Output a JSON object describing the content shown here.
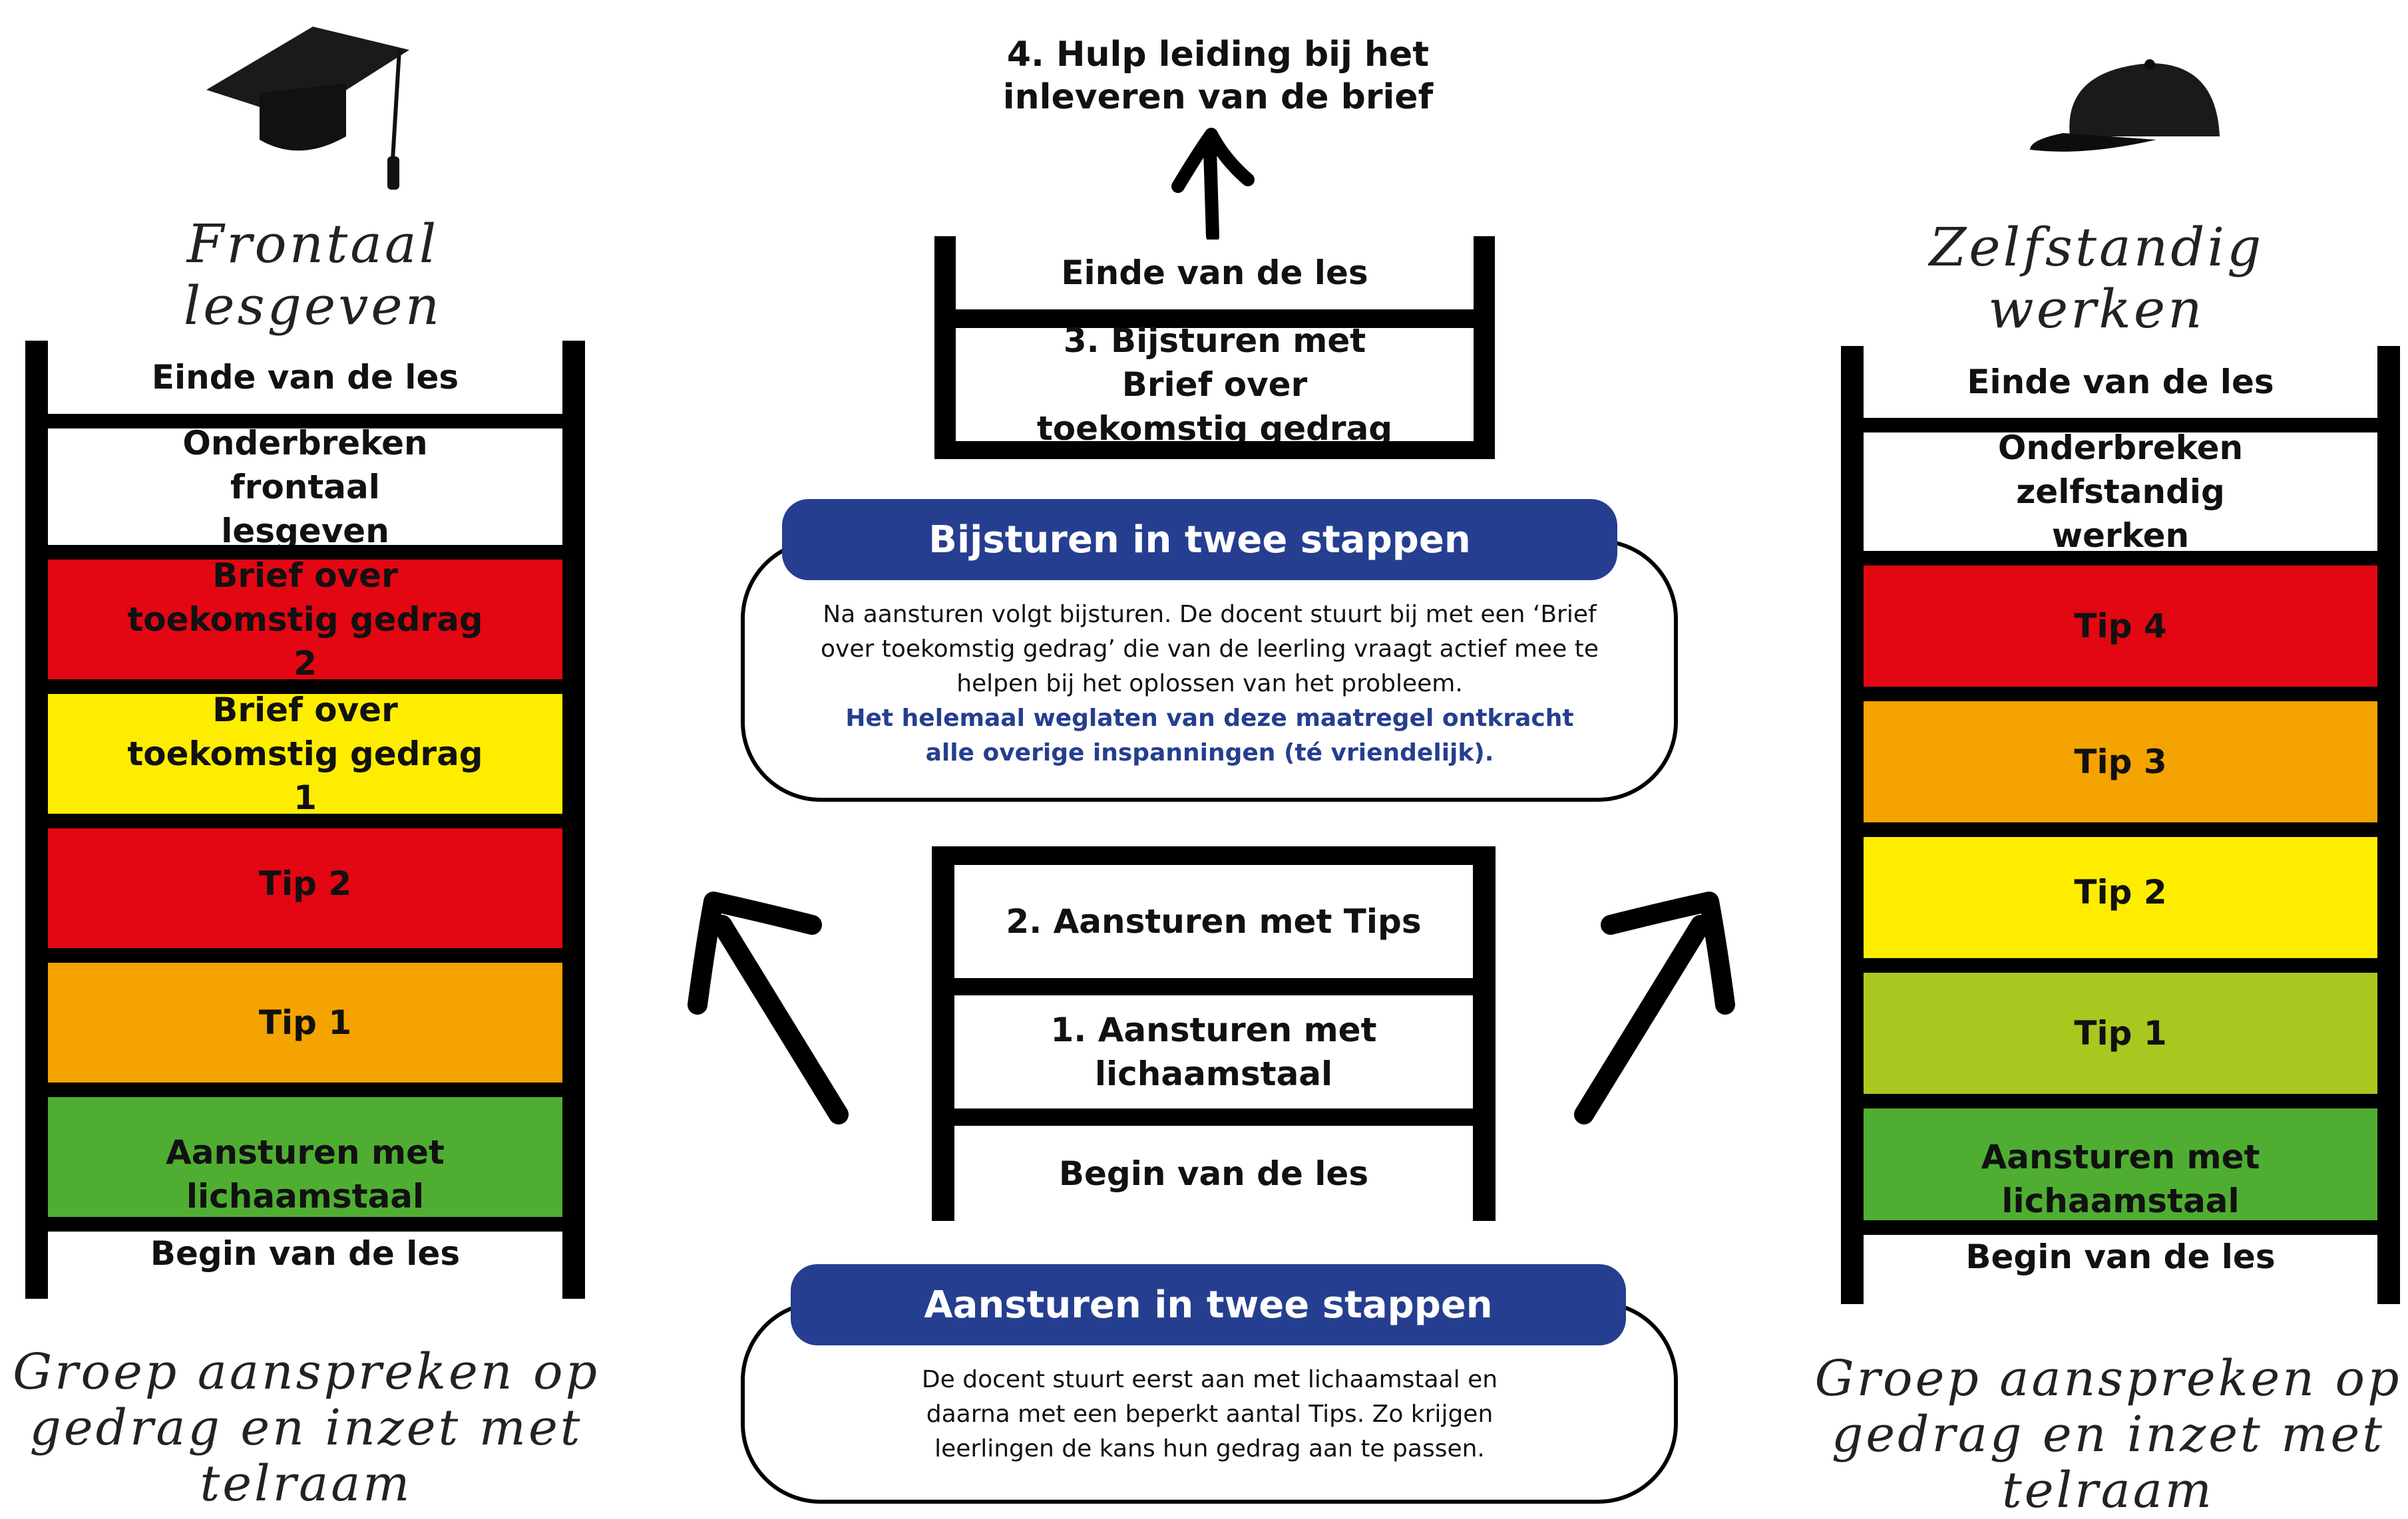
{
  "colors": {
    "red": "#e30613",
    "yellow": "#ffed00",
    "orange": "#f5a300",
    "green": "#4fae32",
    "lime": "#a9c81f",
    "blue_banner": "#253e8f",
    "black": "#000000"
  },
  "left": {
    "title": "Frontaal lesgeven",
    "icon": "mortarboard-icon",
    "rungs": [
      {
        "label": "Einde van de les",
        "color": "#ffffff"
      },
      {
        "label": "Onderbreken frontaal lesgeven",
        "color": "#ffffff"
      },
      {
        "label": "Brief over toekomstig gedrag 2",
        "color": "#e30613"
      },
      {
        "label": "Brief over toekomstig gedrag 1",
        "color": "#ffed00"
      },
      {
        "label": "Tip 2",
        "color": "#e30613"
      },
      {
        "label": "Tip 1",
        "color": "#f5a300"
      },
      {
        "label": "Aansturen met lichaamstaal",
        "color": "#4fae32"
      },
      {
        "label": "Begin van de les",
        "color": "#ffffff"
      }
    ],
    "footer": "Groep aanspreken op gedrag en inzet met telraam"
  },
  "right": {
    "title": "Zelfstandig werken",
    "icon": "baseball-cap-icon",
    "rungs": [
      {
        "label": "Einde van de les",
        "color": "#ffffff"
      },
      {
        "label": "Onderbreken zelfstandig werken",
        "color": "#ffffff"
      },
      {
        "label": "Tip 4",
        "color": "#e30613"
      },
      {
        "label": "Tip 3",
        "color": "#f5a300"
      },
      {
        "label": "Tip 2",
        "color": "#ffed00"
      },
      {
        "label": "Tip 1",
        "color": "#a9c81f"
      },
      {
        "label": "Aansturen met lichaamstaal",
        "color": "#4fae32"
      },
      {
        "label": "Begin van de les",
        "color": "#ffffff"
      }
    ],
    "footer": "Groep aanspreken op gedrag en inzet met telraam"
  },
  "center": {
    "top_step": "4. Hulp leiding bij het inleveren van de brief",
    "top_ladder": [
      "Einde van de les",
      "3. Bijsturen met Brief over toekomstig gedrag"
    ],
    "bijsturen": {
      "title": "Bijsturen in twee stappen",
      "text": "Na aansturen volgt bijsturen. De docent stuurt bij met een ‘Brief over toekomstig gedrag’ die van de leerling vraagt actief mee te helpen bij het oplossen van het probleem.",
      "emphasis": "Het helemaal weglaten van deze maatregel ontkracht alle overige inspanningen (té vriendelijk)."
    },
    "bottom_ladder": [
      "2. Aansturen met Tips",
      "1. Aansturen met lichaamstaal",
      "Begin van de les"
    ],
    "aansturen": {
      "title": "Aansturen in twee stappen",
      "text": "De docent stuurt eerst aan met lichaamstaal en daarna met een beperkt aantal Tips. Zo krijgen leerlingen de kans hun gedrag aan te passen."
    }
  }
}
